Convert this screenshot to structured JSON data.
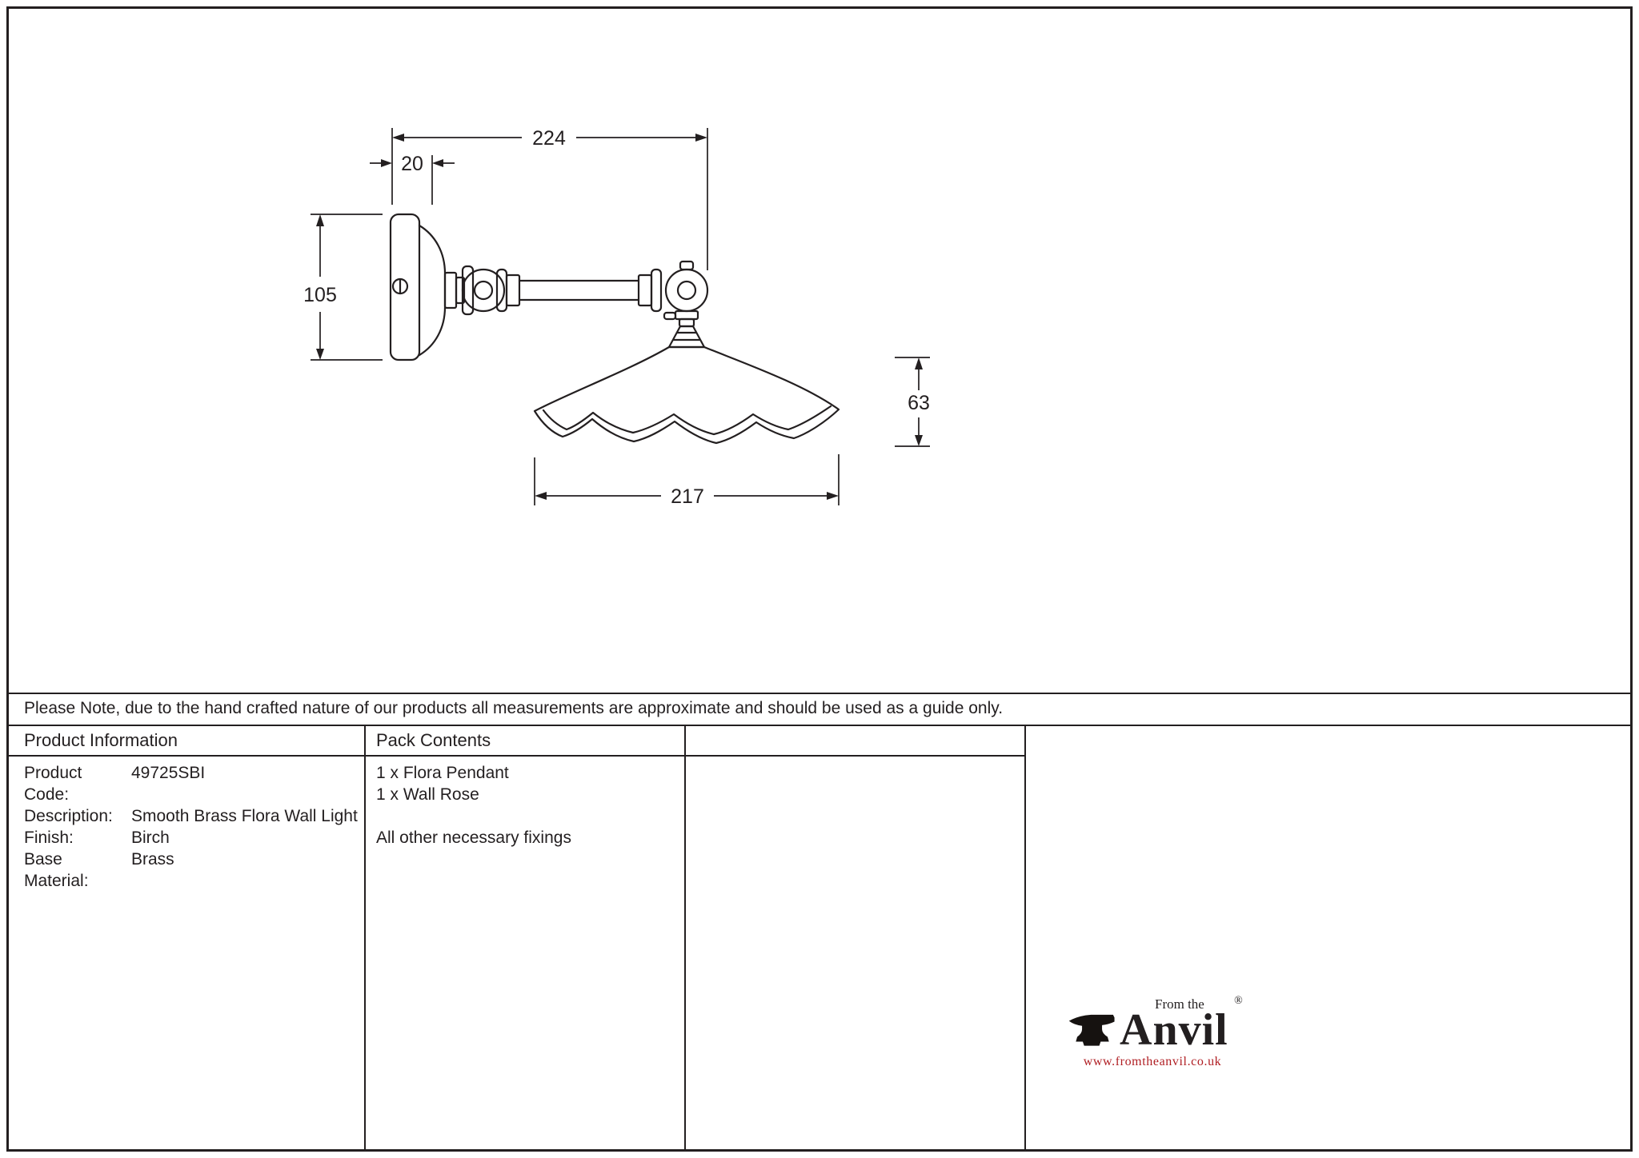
{
  "colors": {
    "line": "#231f20",
    "logo_red": "#b01e23",
    "background": "#ffffff"
  },
  "drawing": {
    "dims": {
      "overall_width": "224",
      "rose_depth": "20",
      "rose_diameter": "105",
      "shade_height": "63",
      "shade_diameter": "217"
    }
  },
  "note": {
    "text": "Please Note, due to the hand crafted nature of our products all measurements are approximate and should be used as a guide only."
  },
  "product_info": {
    "header": "Product Information",
    "rows": [
      {
        "label": "Product Code:",
        "value": "49725SBI"
      },
      {
        "label": "Description:",
        "value": "Smooth Brass Flora Wall Light"
      },
      {
        "label": "Finish:",
        "value": "Birch"
      },
      {
        "label": "Base Material:",
        "value": "Brass"
      }
    ]
  },
  "pack_contents": {
    "header": "Pack Contents",
    "lines": [
      "1 x Flora Pendant",
      "1 x Wall Rose",
      "",
      "All other necessary fixings"
    ]
  },
  "logo": {
    "from_the": "From the",
    "name": "Anvil",
    "registered": "®",
    "url": "www.fromtheanvil.co.uk"
  }
}
